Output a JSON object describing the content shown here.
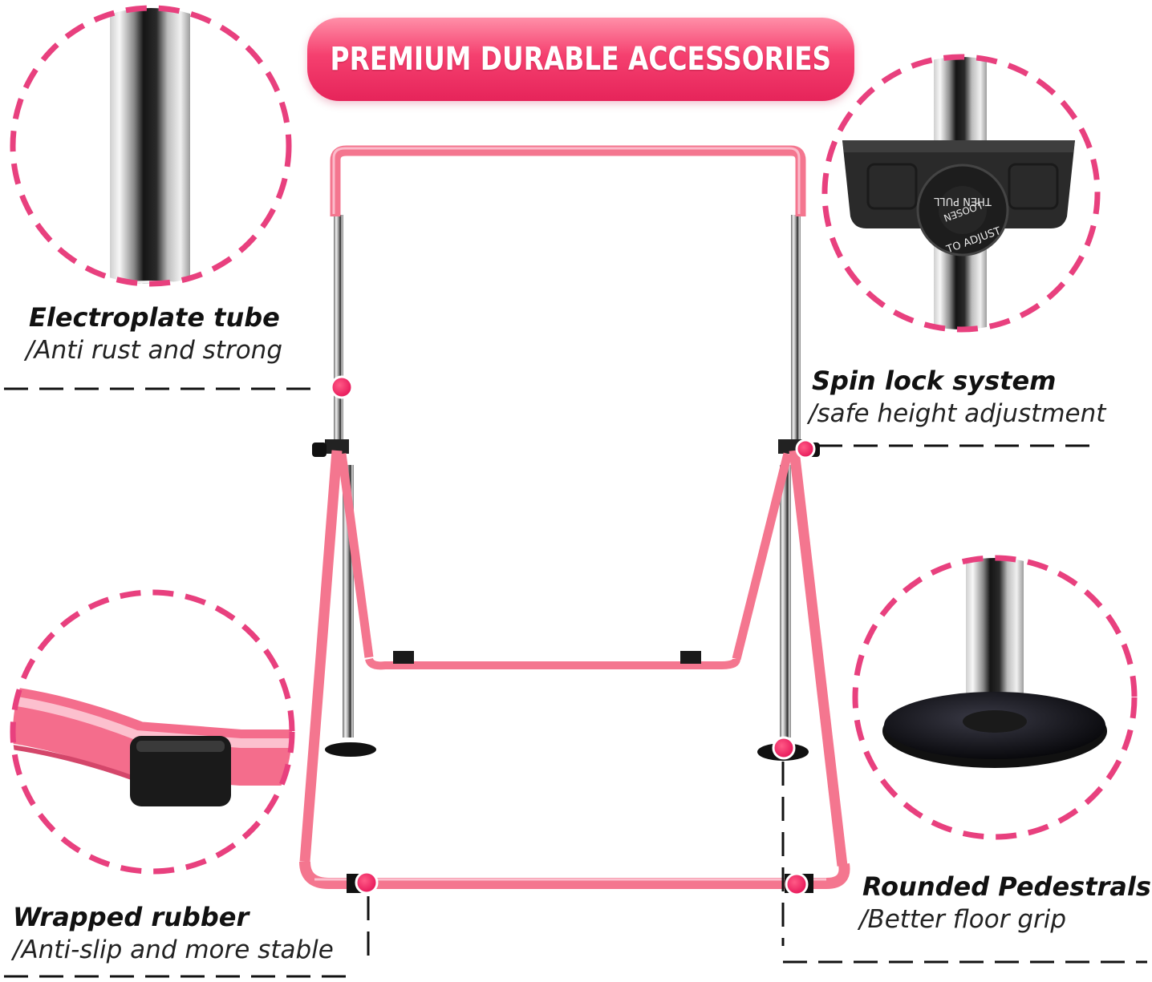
{
  "banner": {
    "text": "PREMIUM DURABLE ACCESSORIES"
  },
  "features": [
    {
      "title": "Electroplate tube",
      "subtitle": "/Anti rust and strong"
    },
    {
      "title": "Spin lock system",
      "subtitle": "/safe height adjustment"
    },
    {
      "title": "Wrapped rubber",
      "subtitle": "/Anti-slip and more stable"
    },
    {
      "title": "Rounded Pedestrals",
      "subtitle": "/Better floor grip"
    }
  ],
  "knob_text": {
    "outer": "TO ADJUST",
    "mid": "LOOSEN",
    "inner": "THEN PULL"
  },
  "colors": {
    "accent": "#f0407a",
    "frame_pink": "#f4768f",
    "chrome": "#c8c8c8",
    "dashed_circle": "#e8407e",
    "dashed_line": "#111111"
  }
}
